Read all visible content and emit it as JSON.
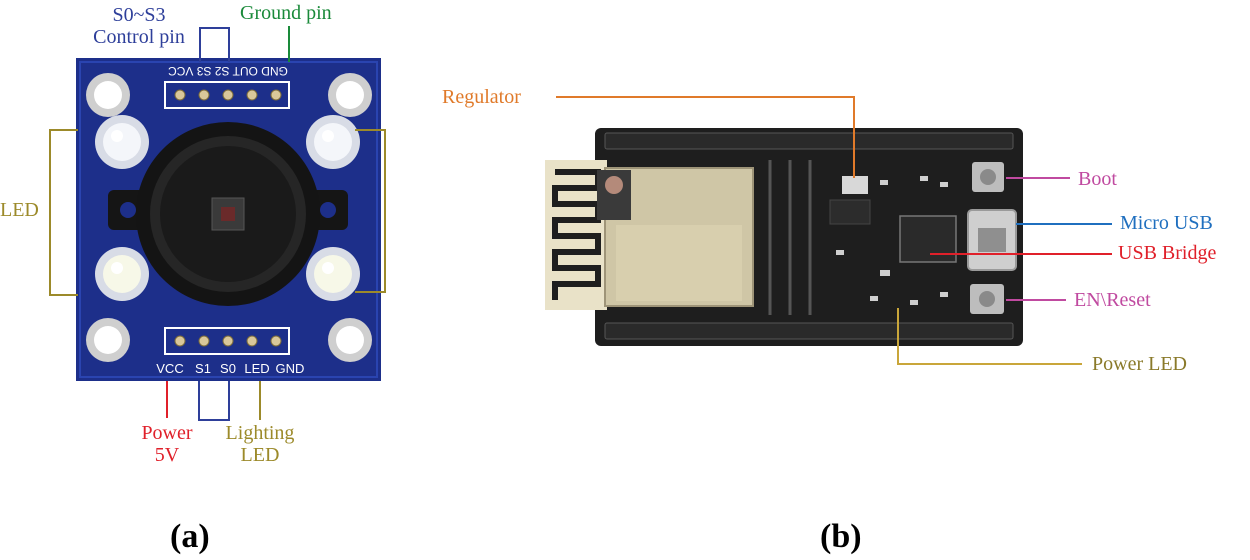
{
  "panel_a": {
    "caption": "(a)",
    "labels": {
      "s0_s3": "S0~S3",
      "control_pin": "Control pin",
      "ground_pin": "Ground pin",
      "led": "LED",
      "power": "Power",
      "five_v": "5V",
      "lighting": "Lighting",
      "lighting_led": "LED"
    },
    "silk_top": "GND OUT S2 S3 VCC",
    "silk_bottom": [
      "VCC",
      "S1",
      "S0",
      "LED",
      "GND"
    ]
  },
  "panel_b": {
    "caption": "(b)",
    "labels": {
      "regulator": "Regulator",
      "boot": "Boot",
      "micro_usb": "Micro USB",
      "usb_bridge": "USB Bridge",
      "en_reset": "EN\\Reset",
      "power_led": "Power LED"
    }
  },
  "colors": {
    "blue": "#2e3f9a",
    "green": "#1a8a3a",
    "olive": "#9c8a2a",
    "red": "#e0202a",
    "orange": "#e07a2a",
    "magenta": "#c04aa0",
    "sky": "#1f6fbf",
    "pcb_blue": "#1d2f8a",
    "pcb_black": "#1e1e1e"
  }
}
